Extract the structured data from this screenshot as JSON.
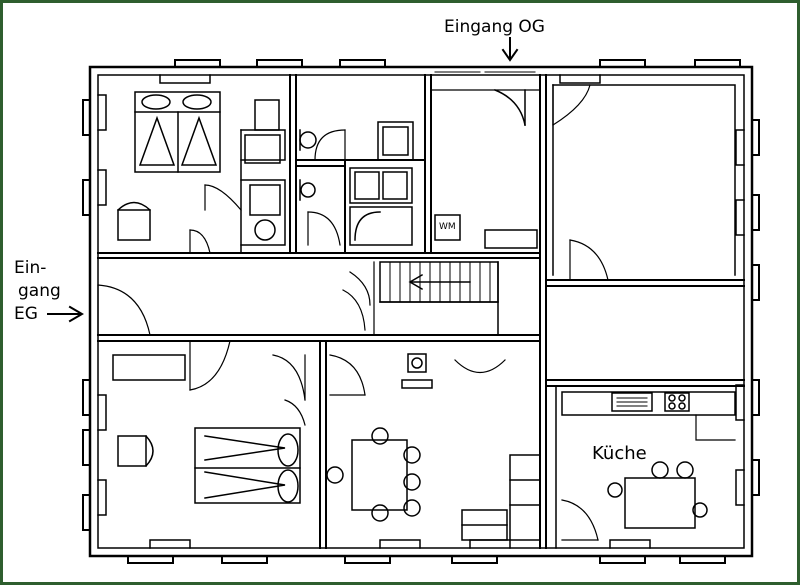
{
  "labels": {
    "entrance_upper": "Eingang OG",
    "entrance_ground_line1": "Ein-",
    "entrance_ground_line2": "gang",
    "entrance_ground_line3": "EG",
    "kitchen": "Küche",
    "washing_machine": "WM"
  },
  "icons": [
    "arrow-down-icon",
    "arrow-right-icon",
    "stair-arrow-icon"
  ],
  "colors": {
    "frame": "#2e5e2e",
    "line": "#000000",
    "background": "#ffffff"
  }
}
